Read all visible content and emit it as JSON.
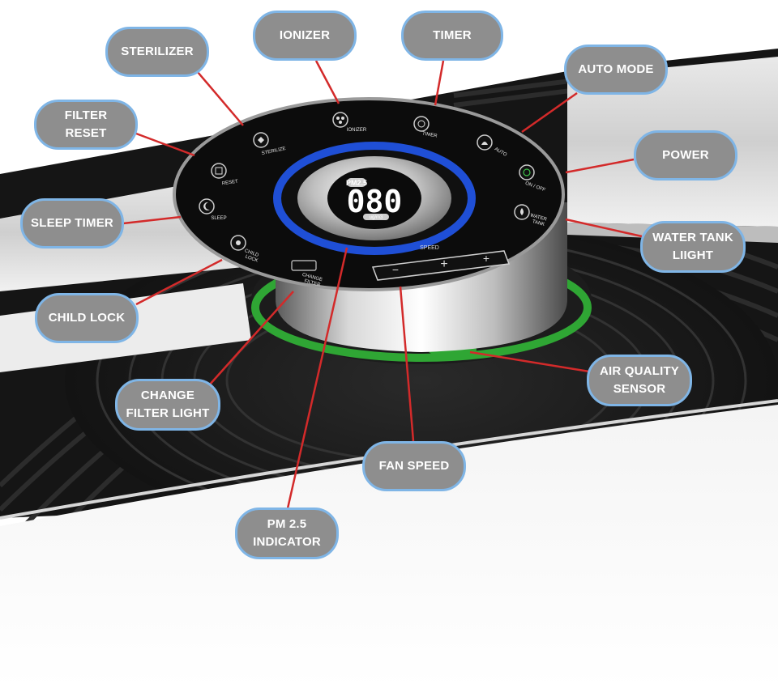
{
  "callouts": {
    "sterilizer": "STERILIZER",
    "ionizer": "IONIZER",
    "timer": "TIMER",
    "auto_mode": "AUTO MODE",
    "filter_reset": "FILTER RESET",
    "power": "POWER",
    "sleep_timer": "SLEEP TIMER",
    "water_tank_line1": "WATER TANK",
    "water_tank_line2": "LIIGHT",
    "child_lock": "CHILD LOCK",
    "change_filter_line1": "CHANGE",
    "change_filter_line2": "FILTER LIGHT",
    "air_quality_line1": "AIR QUALITY",
    "air_quality_line2": "SENSOR",
    "fan_speed": "FAN SPEED",
    "pm_line1": "PM 2.5",
    "pm_line2": "INDICATOR"
  },
  "panel": {
    "sterilize": "STERILIZE",
    "ionizer": "IONIZER",
    "timer": "TIMER",
    "auto": "AUTO",
    "on_off": "ON / OFF",
    "reset": "RESET",
    "sleep": "SLEEP",
    "child_lock_1": "CHILD",
    "child_lock_2": "LOCK",
    "change_filter_1": "CHANGE",
    "change_filter_2": "FILTER",
    "water_tank_1": "WATER",
    "water_tank_2": "TANK",
    "speed": "SPEED",
    "minus": "−",
    "plus": "+",
    "pm_label": "PM2.5",
    "pm_value": "080",
    "pm_unit": "ug/m3"
  },
  "colors": {
    "callout_fill": "#8e8e8e",
    "callout_border": "#7fb5e6",
    "leader_line": "#d32a2a",
    "ring_blue": "#1f4fd6",
    "ring_green": "#2fa634"
  }
}
